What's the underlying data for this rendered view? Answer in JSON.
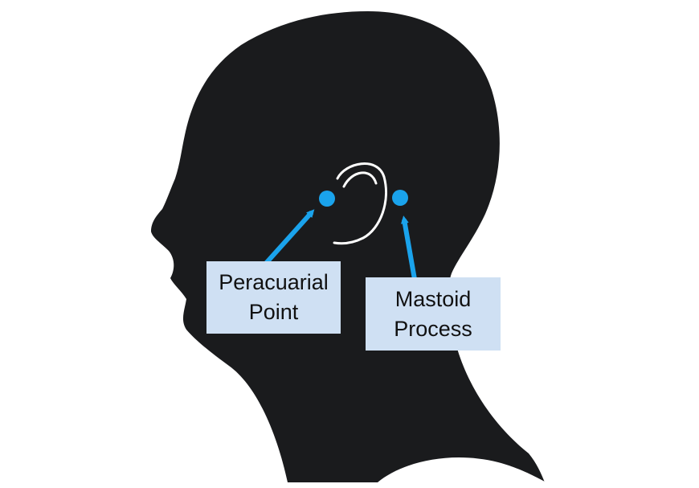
{
  "colors": {
    "silhouette": "#1a1b1d",
    "marker": "#1aa3ec",
    "label_background": "#cfe0f3",
    "ear_outline": "#ffffff"
  },
  "labels": {
    "peracuarial": {
      "line1": "Peracuarial",
      "line2": "Point"
    },
    "mastoid": {
      "line1": "Mastoid",
      "line2": "Process"
    }
  },
  "icons": {
    "head": "head-silhouette",
    "ear": "ear-outline",
    "point": "dot-marker",
    "pointer": "arrow"
  }
}
